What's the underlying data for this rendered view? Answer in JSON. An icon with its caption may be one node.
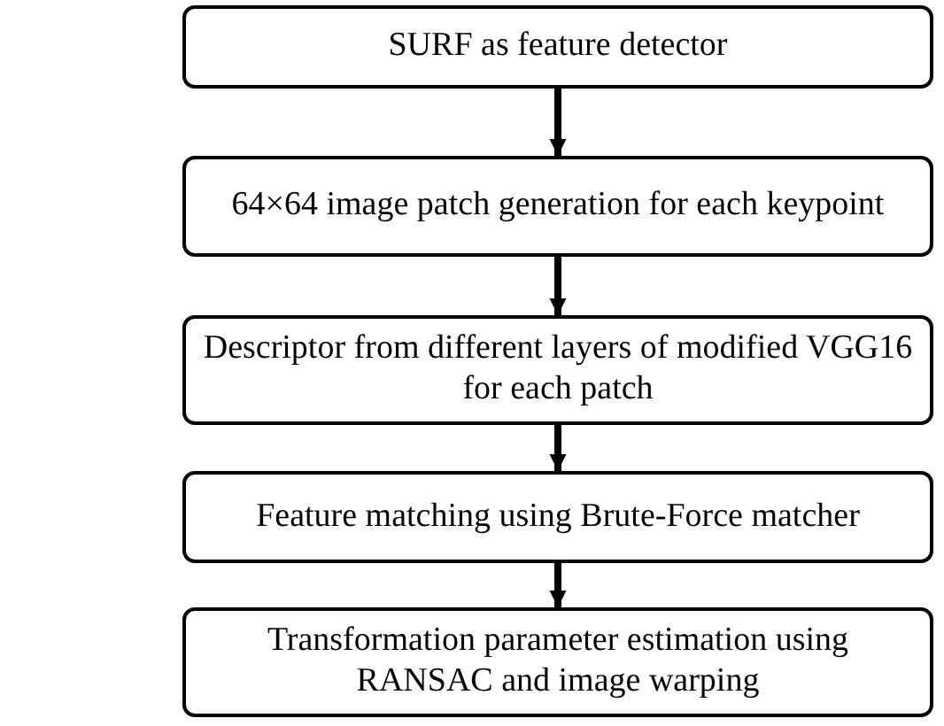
{
  "diagram": {
    "nodes": [
      {
        "text": [
          "SURF as feature detector"
        ]
      },
      {
        "text": [
          "64×64 image patch generation for each keypoint"
        ]
      },
      {
        "text": [
          "Descriptor from different layers of modified VGG16 for each patch"
        ]
      },
      {
        "text": [
          "Feature matching using Brute-Force matcher"
        ]
      },
      {
        "text": [
          "Transformation parameter estimation using RANSAC and image warping"
        ]
      }
    ],
    "edges": [
      {
        "from": 0,
        "to": 1,
        "arrow": "to"
      },
      {
        "from": 1,
        "to": 2,
        "arrow": "to"
      },
      {
        "from": 2,
        "to": 3,
        "arrow": "to"
      },
      {
        "from": 3,
        "to": 4,
        "arrow": "to"
      }
    ]
  }
}
